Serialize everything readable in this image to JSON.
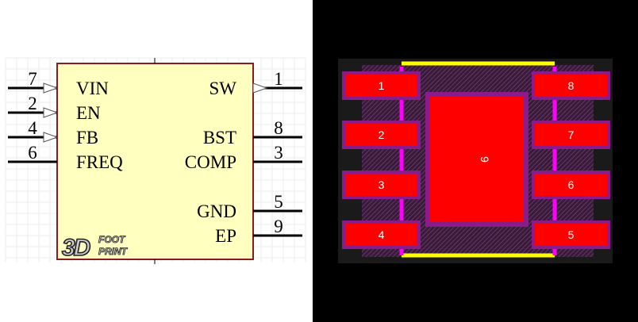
{
  "schematic": {
    "left_pins": [
      {
        "number": "7",
        "name": "VIN",
        "input_arrow": true
      },
      {
        "number": "2",
        "name": "EN",
        "input_arrow": true
      },
      {
        "number": "4",
        "name": "FB",
        "input_arrow": true
      },
      {
        "number": "6",
        "name": "FREQ",
        "input_arrow": false
      }
    ],
    "right_pins": [
      {
        "number": "1",
        "name": "SW",
        "input_arrow": true
      },
      {
        "number": "8",
        "name": "BST",
        "input_arrow": false
      },
      {
        "number": "3",
        "name": "COMP",
        "input_arrow": false
      },
      {
        "number": "5",
        "name": "GND",
        "input_arrow": false
      },
      {
        "number": "9",
        "name": "EP",
        "input_arrow": false
      }
    ],
    "logo": {
      "big": "3D",
      "small_top": "FOOT",
      "small_bottom": "PRINT"
    },
    "colors": {
      "body_fill": "#ffffc0",
      "body_stroke": "#8b1a1a",
      "pin": "#000000",
      "grid": "#eeeeee"
    }
  },
  "footprint": {
    "left_pads": [
      "1",
      "2",
      "3",
      "4"
    ],
    "right_pads": [
      "8",
      "7",
      "6",
      "5"
    ],
    "center_pad": "9",
    "colors": {
      "background": "#000000",
      "pad": "#ff0000",
      "mask": "#8b1a8b",
      "silkscreen": "#ffff00",
      "courtyard": "#ff00ff",
      "pad_text": "#ffffff"
    }
  }
}
